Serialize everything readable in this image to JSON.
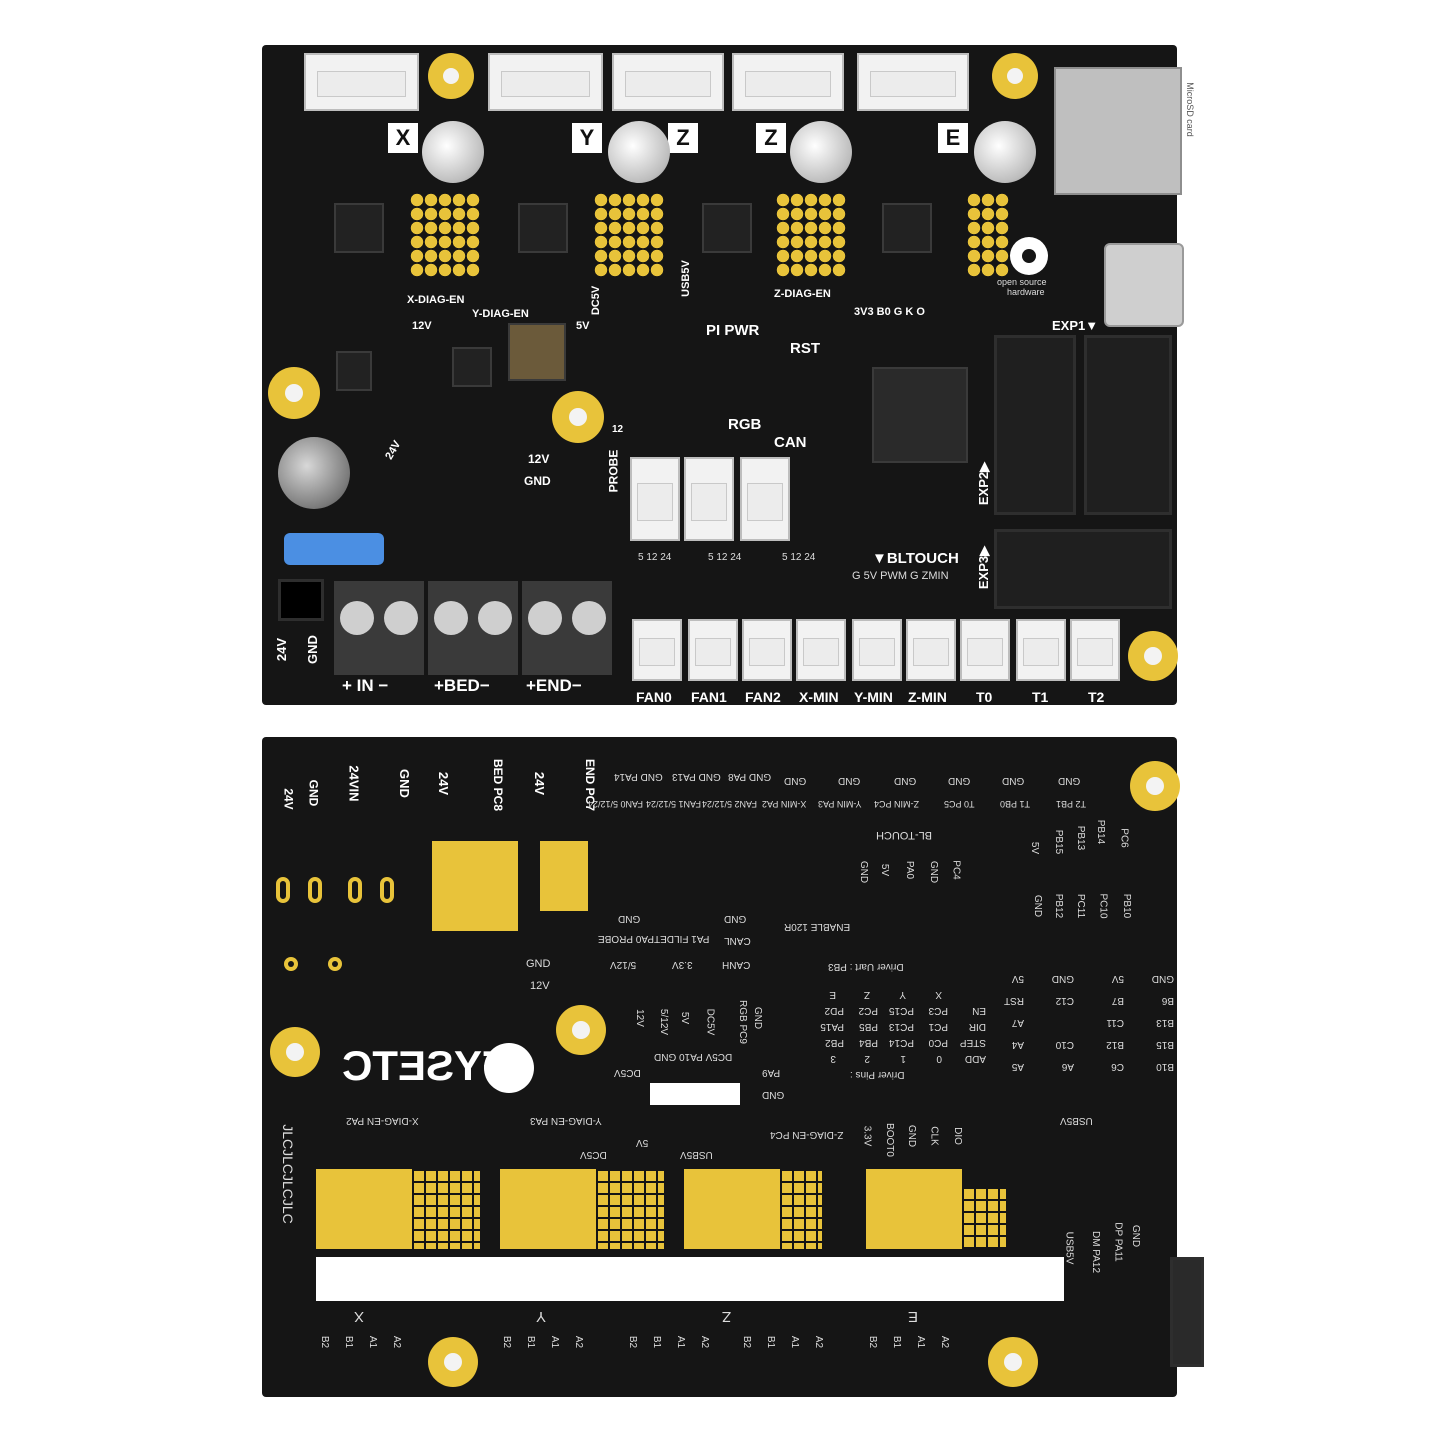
{
  "top_board": {
    "axis_labels": [
      "X",
      "Y",
      "Z",
      "Z",
      "E"
    ],
    "jumper_labels": [
      "X-DIAG-EN",
      "Y-DIAG-EN",
      "Z-DIAG-EN",
      "DC5V",
      "USB5V",
      "12V",
      "5V",
      "24V"
    ],
    "section_labels": {
      "pi_pwr": "PI PWR",
      "rst": "RST",
      "rgb": "RGB",
      "can": "CAN",
      "probe": "PROBE",
      "bltouch": "▼BLTOUCH",
      "bltouch_pins": "G 5V PWM G ZMIN",
      "exp1": "EXP1▼",
      "exp2": "EXP2▶",
      "exp3": "EXP3▶",
      "spi": "3V3 B0 G K O",
      "open_source": "open source",
      "hardware": "hardware",
      "microsd": "MicroSD card",
      "probe_12v": "12V",
      "probe_gnd": "GND",
      "probe_12": "12",
      "fan_volt": "5  12  24"
    },
    "power_labels": [
      "24V",
      "GND"
    ],
    "terminal_labels": [
      "+ IN −",
      "+BED−",
      "+END−"
    ],
    "bottom_connector_labels": [
      "FAN0",
      "FAN1",
      "FAN2",
      "X-MIN",
      "Y-MIN",
      "Z-MIN",
      "T0",
      "T1",
      "T2"
    ]
  },
  "bottom_board": {
    "brand": "FYSETC",
    "silk_id": "JLCJLCJLCJLC",
    "top_power_labels": [
      "24V",
      "GND",
      "24VIN",
      "GND",
      "24V",
      "BED PC8",
      "24V",
      "END PC7"
    ],
    "fan_labels": [
      "GND PA14",
      "GND PA13",
      "GND PA8",
      "GND",
      "GND",
      "GND",
      "GND",
      "GND",
      "GND"
    ],
    "signal_labels": [
      "FAN0 5/12/24",
      "FAN1 5/12/24",
      "FAN2 5/12/24",
      "X-MIN PA2",
      "Y-MIN PA3",
      "Z-MIN PC4",
      "T0 PC5",
      "T1 PB0",
      "T2 PB1"
    ],
    "bltouch": "BL-TOUCH",
    "bltouch_pins": [
      "GND",
      "5V",
      "PA0",
      "GND",
      "PC4"
    ],
    "exp_cols": [
      "5V",
      "PB15",
      "PB13",
      "PB14",
      "PC6"
    ],
    "exp_cols2": [
      "GND",
      "PB12",
      "PC11",
      "PC10",
      "PB10"
    ],
    "enable": "ENABLE 120R",
    "can_labels": [
      "GND",
      "CANL",
      "CANH"
    ],
    "probe_labels": [
      "GND",
      "PA0 PROBE",
      "PA1 FILDET",
      "5/12V",
      "3.3V"
    ],
    "gnd_12v": [
      "GND",
      "12V"
    ],
    "rgb_labels": [
      "12V",
      "5/12V",
      "5V",
      "DC5V",
      "RGB PC9",
      "GND"
    ],
    "driver_uart": "Driver Uart : PB3",
    "driver_rows": [
      [
        "ADD",
        "0",
        "1",
        "2",
        "3"
      ],
      [
        "STEP",
        "PC0",
        "PC14",
        "PB4",
        "PB2"
      ],
      [
        "DIR",
        "PC1",
        "PC13",
        "PB5",
        "PA15"
      ],
      [
        "EN",
        "PC3",
        "PC15",
        "PC2",
        "PD2"
      ],
      [
        "",
        "X",
        "Y",
        "Z",
        "E"
      ]
    ],
    "driver_pins": "Driver Pins :",
    "exp_table": [
      [
        "B10",
        "C6",
        "A6",
        "A5"
      ],
      [
        "B15",
        "B12",
        "C10",
        "A4"
      ],
      [
        "B13",
        "C11",
        "A7"
      ],
      [
        "B6",
        "B7",
        "C12",
        "RST"
      ],
      [
        "GND",
        "5V",
        "GND",
        "5V"
      ]
    ],
    "uart_header": [
      "DC5V",
      "PA10",
      "GND",
      "DC5V",
      "PA9",
      "GND"
    ],
    "diag_labels": [
      "X-DIAG-EN PA2",
      "Y-DIAG-EN PA3",
      "Z-DIAG-EN PC4"
    ],
    "usb_labels": [
      "DC5V",
      "5V",
      "USB5V"
    ],
    "swd_labels": [
      "3.3V",
      "BOOT0",
      "GND",
      "CLK",
      "DIO"
    ],
    "usb5v": "USB5V",
    "usb_pins": [
      "USB5V",
      "DM PA12",
      "DP PA11",
      "GND"
    ],
    "motor_labels": [
      "X",
      "Y",
      "Z",
      "E"
    ],
    "motor_pins": [
      "B2",
      "B1",
      "A1",
      "A2"
    ]
  },
  "colors": {
    "board": "#151515",
    "gold": "#e8c33a",
    "silk": "#ffffff",
    "blue_jumper": "#4b8fe3"
  }
}
